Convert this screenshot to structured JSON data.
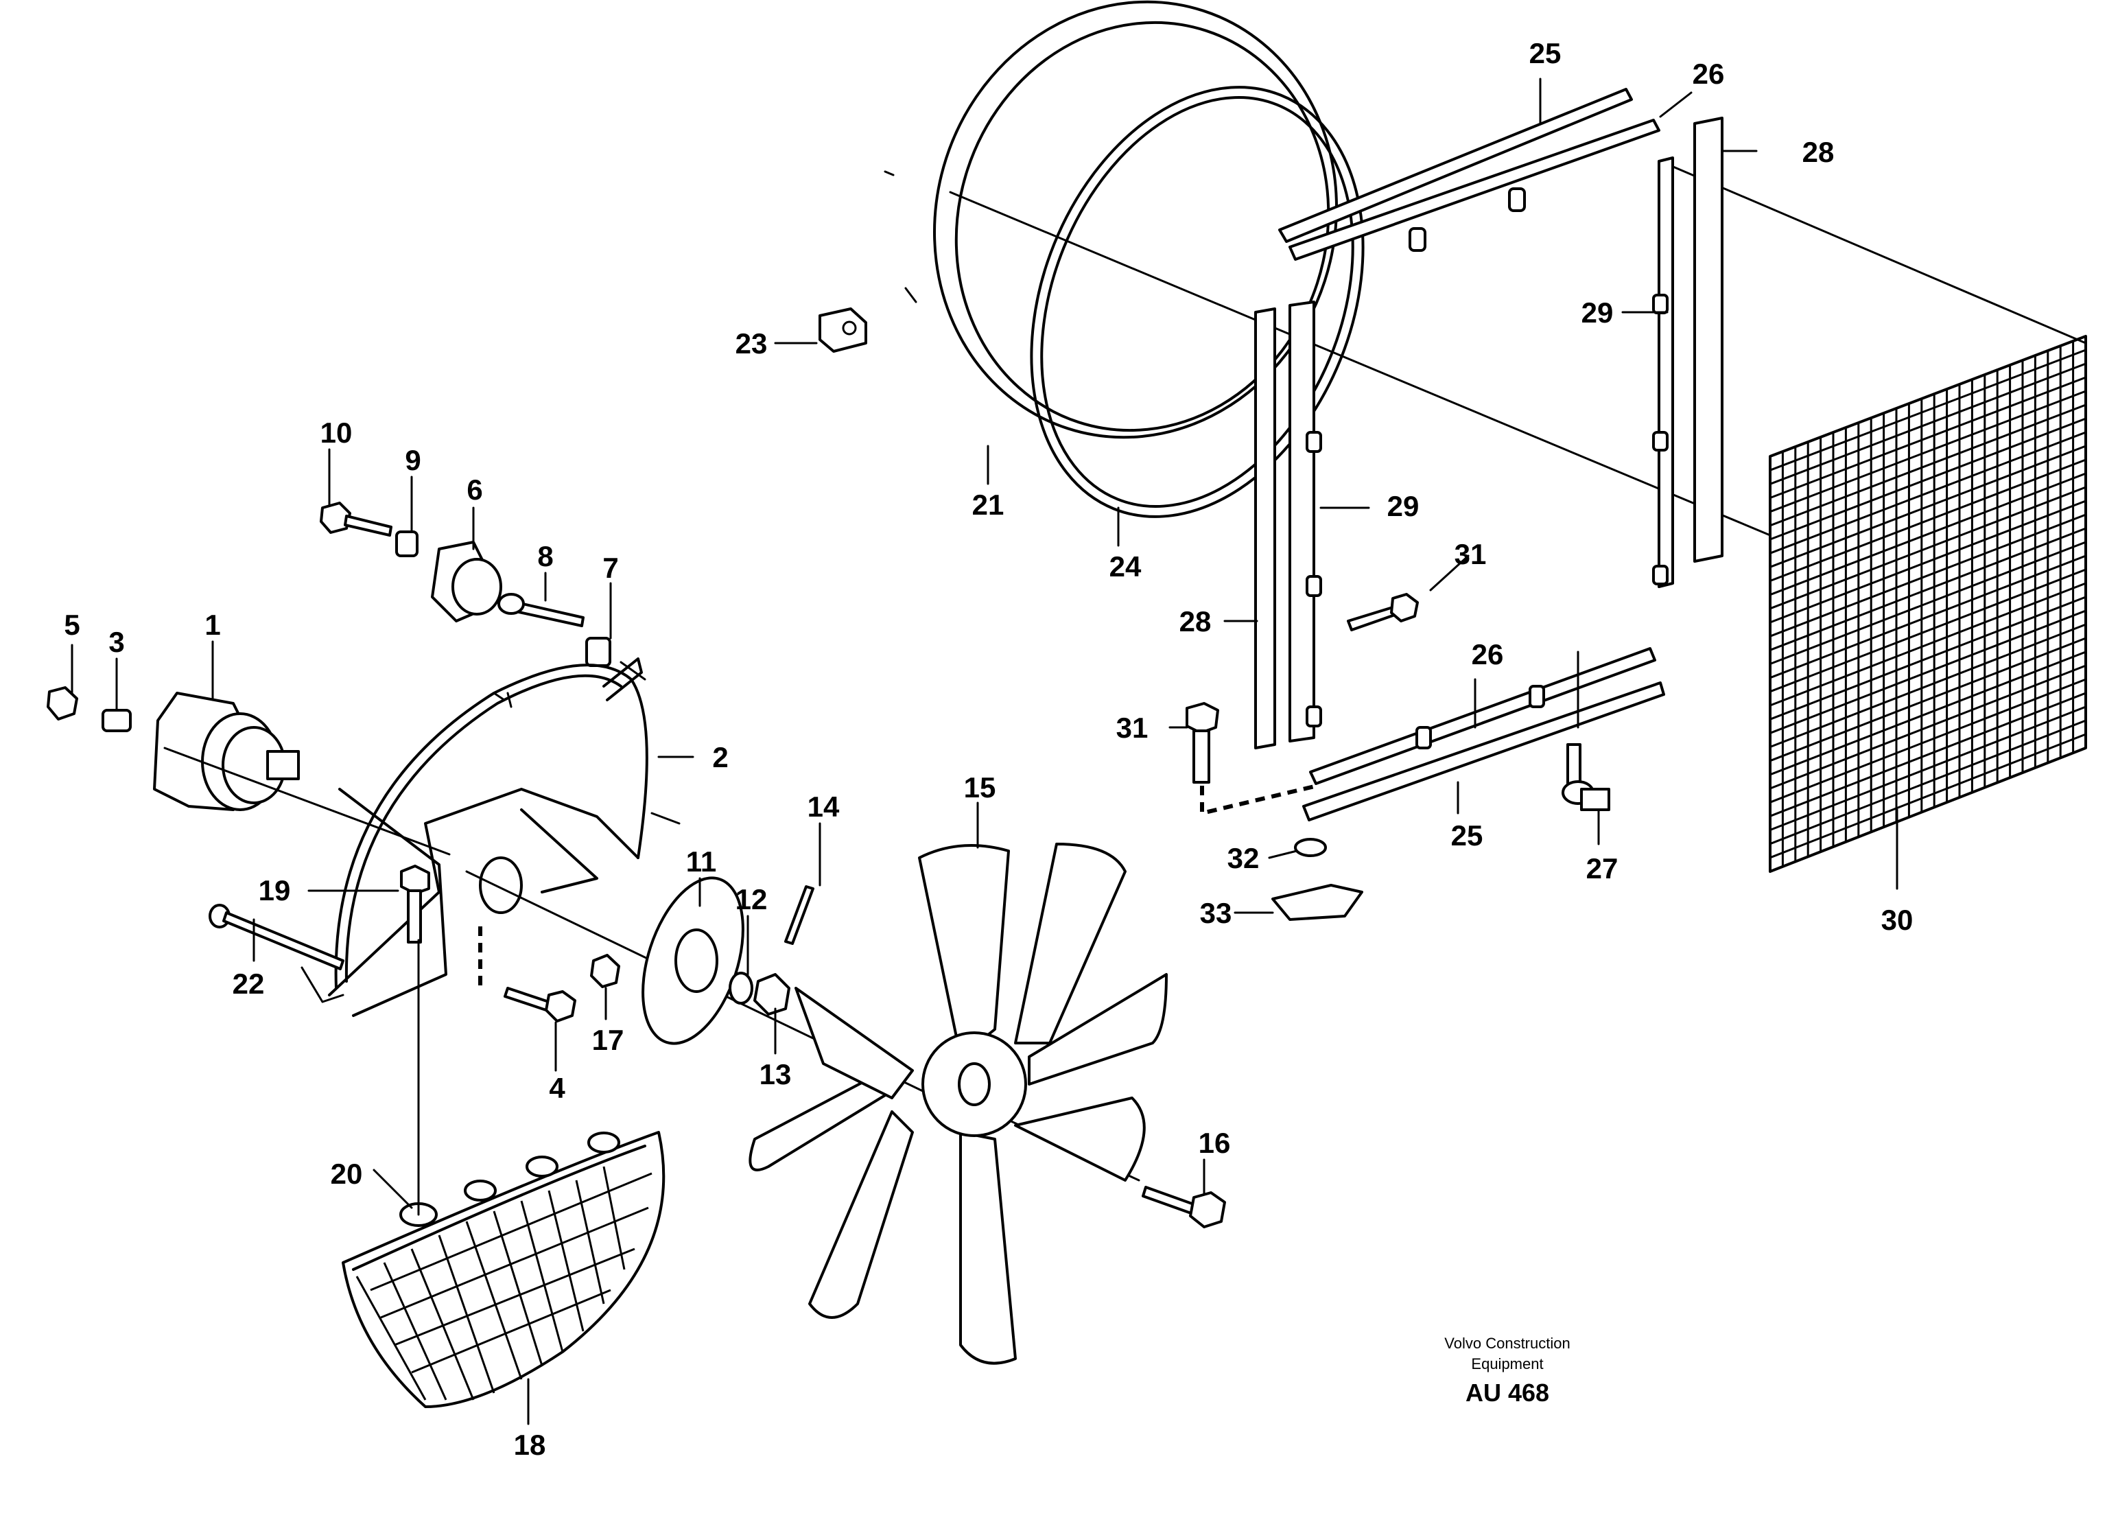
{
  "labels": [
    {
      "id": "p1",
      "text": "1"
    },
    {
      "id": "p2",
      "text": "2"
    },
    {
      "id": "p3",
      "text": "3"
    },
    {
      "id": "p4",
      "text": "4"
    },
    {
      "id": "p5",
      "text": "5"
    },
    {
      "id": "p6",
      "text": "6"
    },
    {
      "id": "p7",
      "text": "7"
    },
    {
      "id": "p8",
      "text": "8"
    },
    {
      "id": "p9",
      "text": "9"
    },
    {
      "id": "p10",
      "text": "10"
    },
    {
      "id": "p11",
      "text": "11"
    },
    {
      "id": "p12",
      "text": "12"
    },
    {
      "id": "p13",
      "text": "13"
    },
    {
      "id": "p14",
      "text": "14"
    },
    {
      "id": "p15",
      "text": "15"
    },
    {
      "id": "p16",
      "text": "16"
    },
    {
      "id": "p17",
      "text": "17"
    },
    {
      "id": "p18",
      "text": "18"
    },
    {
      "id": "p19",
      "text": "19"
    },
    {
      "id": "p20",
      "text": "20"
    },
    {
      "id": "p21",
      "text": "21"
    },
    {
      "id": "p22",
      "text": "22"
    },
    {
      "id": "p23",
      "text": "23"
    },
    {
      "id": "p24",
      "text": "24"
    },
    {
      "id": "p25a",
      "text": "25"
    },
    {
      "id": "p25b",
      "text": "25"
    },
    {
      "id": "p26a",
      "text": "26"
    },
    {
      "id": "p26b",
      "text": "26"
    },
    {
      "id": "p27",
      "text": "27"
    },
    {
      "id": "p28a",
      "text": "28"
    },
    {
      "id": "p28b",
      "text": "28"
    },
    {
      "id": "p29a",
      "text": "29"
    },
    {
      "id": "p29b",
      "text": "29"
    },
    {
      "id": "p30",
      "text": "30"
    },
    {
      "id": "p31a",
      "text": "31"
    },
    {
      "id": "p31b",
      "text": "31"
    },
    {
      "id": "p32",
      "text": "32"
    },
    {
      "id": "p33",
      "text": "33"
    }
  ],
  "credit": {
    "line1": "Volvo Construction",
    "line2": "Equipment",
    "code": "AU 468"
  }
}
